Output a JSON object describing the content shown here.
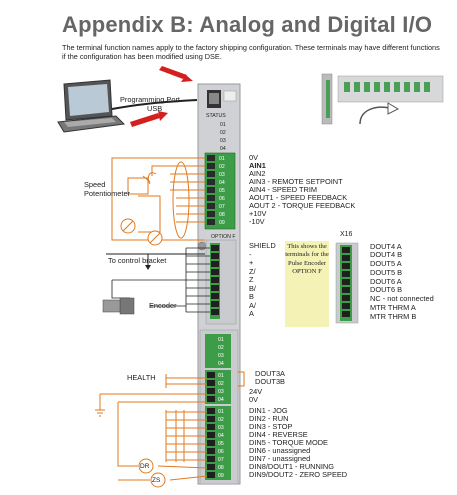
{
  "header": {
    "title": "Appendix B: Analog and Digital I/O",
    "intro": "The terminal function names apply to the factory shipping configuration. These terminals may have different functions if the configuration has been modified using DSE."
  },
  "labels": {
    "programming_port": "Programming Port",
    "usb": "USB",
    "speed_potentiometer": "Speed\nPotentiometer",
    "to_control_bracket": "To control bracket",
    "encoder": "Encoder",
    "health": "HEALTH",
    "status": "STATUS",
    "option_f": "OPTION F",
    "x16": "X16",
    "dr": "DR",
    "zs": "ZS"
  },
  "analog_terminals": [
    "0V",
    "AIN1",
    "AIN2",
    "AIN3 - REMOTE SETPOINT",
    "AIN4 - SPEED TRIM",
    "AOUT1 - SPEED FEEDBACK",
    "AOUT 2 - TORQUE FEEDBACK",
    "+10V",
    "-10V"
  ],
  "encoder_terminals": [
    "SHIELD",
    "-",
    "+",
    "Z/",
    "Z",
    "B/",
    "B",
    "A/",
    "A"
  ],
  "note": "This shows the terminals for the Pulse Encoder OPTION F",
  "x16_terminals": [
    "DOUT4 A",
    "DOUT4 B",
    "DOUT5 A",
    "DOUT5 B",
    "DOUT6 A",
    "DOUT6 B",
    "NC - not connected",
    "MTR THRM A",
    "MTR THRM B"
  ],
  "health_terminals": [
    "DOUT3A",
    "DOUT3B",
    "24V",
    "0V"
  ],
  "digital_terminals": [
    "DIN1 - JOG",
    "DIN2 - RUN",
    "DIN3 - STOP",
    "DIN4 - REVERSE",
    "DIN5 - TORQUE MODE",
    "DIN6 - unassigned",
    "DIN7 - unassigned",
    "DIN8/DOUT1 - RUNNING",
    "DIN9/DOUT2 - ZERO SPEED"
  ],
  "colors": {
    "terminal_green": "#3d9c47",
    "wire_orange": "#e07a1e",
    "arrow_red": "#d41f1f",
    "title_gray": "#666666",
    "panel_gray": "#c9cbce"
  }
}
